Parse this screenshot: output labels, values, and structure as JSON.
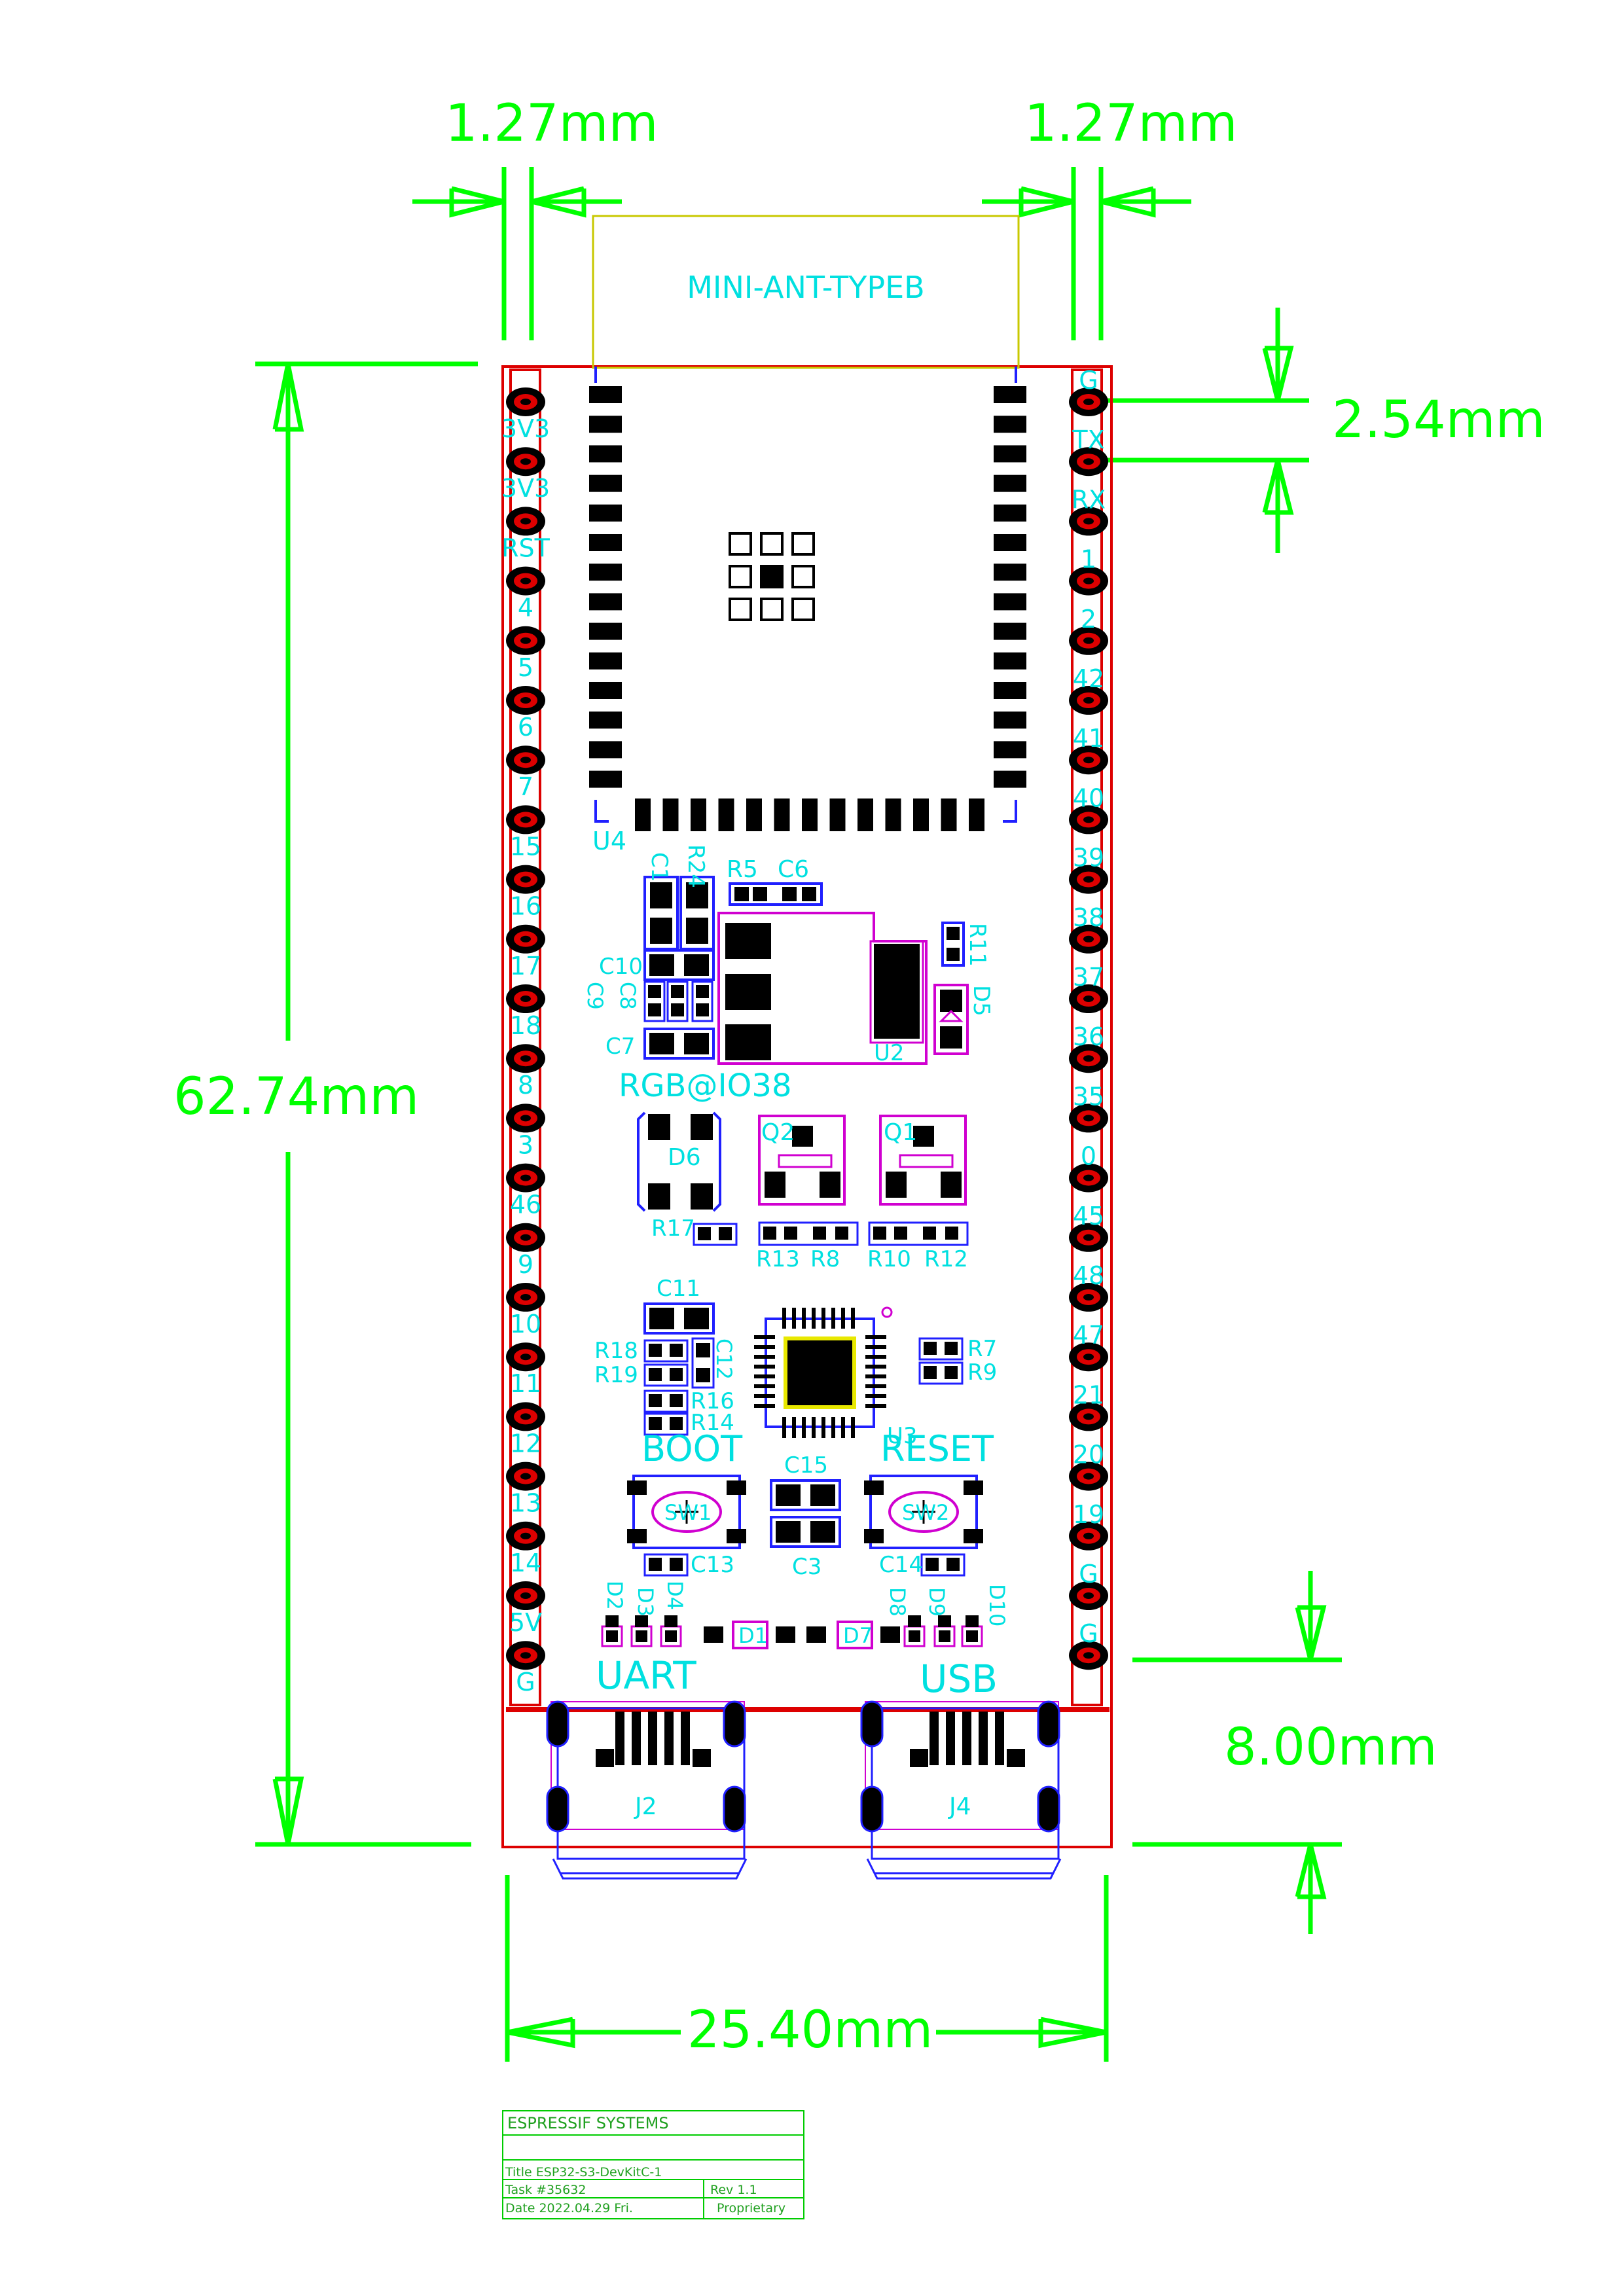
{
  "colors": {
    "dimension": "#00ff00",
    "silkscreen": "#00e0e0",
    "outline": "#dd0000",
    "copper": "#000000",
    "courtyard": "#2020ff",
    "component": "#d000d0",
    "antenna": "#c8c800",
    "titleblock": "#00cc00",
    "titletext": "#20a020"
  },
  "dimensions": {
    "top_left_pitch": "1.27mm",
    "top_right_pitch": "1.27mm",
    "pin_pitch": "2.54mm",
    "board_length": "62.74mm",
    "usb_offset": "8.00mm",
    "board_width": "25.40mm"
  },
  "antenna_label": "MINI-ANT-TYPEB",
  "left_header_labels": [
    "3V3",
    "3V3",
    "RST",
    "4",
    "5",
    "6",
    "7",
    "15",
    "16",
    "17",
    "18",
    "8",
    "3",
    "46",
    "9",
    "10",
    "11",
    "12",
    "13",
    "14",
    "5V",
    "G"
  ],
  "right_header_labels": [
    "G",
    "TX",
    "RX",
    "1",
    "2",
    "42",
    "41",
    "40",
    "39",
    "38",
    "37",
    "36",
    "35",
    "0",
    "45",
    "48",
    "47",
    "21",
    "20",
    "19",
    "G",
    "G"
  ],
  "silkscreen": {
    "u4": "U4",
    "c1": "C1",
    "r24": "R24",
    "r5": "R5",
    "c6": "C6",
    "r11": "R11",
    "c10": "C10",
    "c9": "C9",
    "c8": "C8",
    "c7": "C7",
    "u2": "U2",
    "d5": "D5",
    "rgb": "RGB@IO38",
    "d6": "D6",
    "q2": "Q2",
    "q1": "Q1",
    "r17": "R17",
    "r13": "R13",
    "r8": "R8",
    "r10": "R10",
    "r12": "R12",
    "c11": "C11",
    "r18": "R18",
    "r19": "R19",
    "c12": "C12",
    "r16": "R16",
    "r14": "R14",
    "r7": "R7",
    "r9": "R9",
    "u3": "U3",
    "boot": "BOOT",
    "reset": "RESET",
    "c15": "C15",
    "sw1": "SW1",
    "sw2": "SW2",
    "c13": "C13",
    "c3": "C3",
    "c14": "C14",
    "d2": "D2",
    "d3": "D3",
    "d4": "D4",
    "d1": "D1",
    "d7": "D7",
    "d8": "D8",
    "d9": "D9",
    "d10": "D10",
    "uart": "UART",
    "usb": "USB",
    "j2": "J2",
    "j4": "J4"
  },
  "titleblock": {
    "company": "ESPRESSIF SYSTEMS",
    "title": "Title ESP32-S3-DevKitC-1",
    "task": "Task #35632",
    "rev": "Rev   1.1",
    "date": "Date 2022.04.29 Fri.",
    "status": "Proprietary"
  }
}
